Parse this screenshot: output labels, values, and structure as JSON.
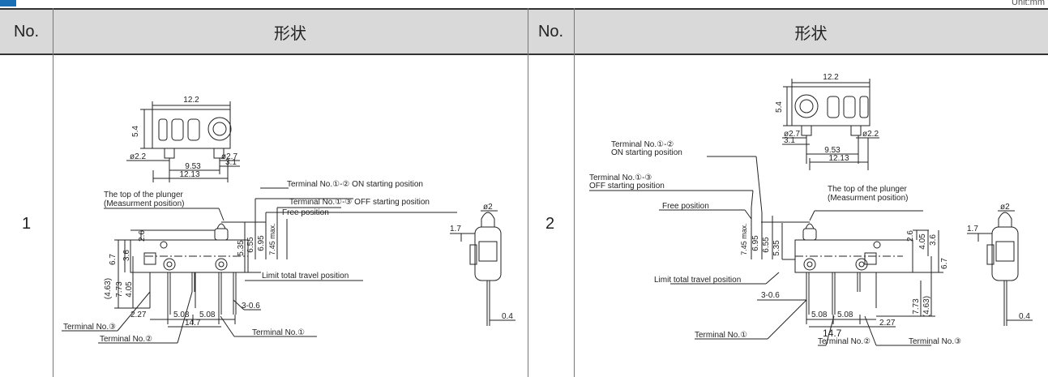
{
  "unit": "Unit:mm",
  "table": {
    "headers": [
      "No.",
      "形状",
      "No.",
      "形状"
    ]
  },
  "switches": [
    {
      "no": "1",
      "labels": {
        "top_width": "12.2",
        "height": "5.4",
        "hole_left": "ø2.2",
        "hole_right": "ø2.7",
        "offset": "3.1",
        "pitch": "9.53",
        "bottom_width": "12.13",
        "plunger_top_1": "The top of the plunger",
        "plunger_top_2": "(Measurment position)",
        "on_pos": "Terminal No.①-② ON starting position",
        "off_pos": "Terminal No.①-③ OFF starting position",
        "free_pos": "Free position",
        "limit_pos": "Limit total travel position",
        "d26": "2.6",
        "d67": "6.7",
        "d36": "3.6",
        "d463": "(4.63)",
        "d773": "7.73",
        "d405": "4.05",
        "d655": "6.55",
        "d695": "6.95",
        "d745": "7.45 max.",
        "d535": "5.35",
        "d227": "2.27",
        "d508a": "5.08",
        "d508b": "5.08",
        "d147": "14.7",
        "d306": "3-0.6",
        "term3": "Terminal No.③",
        "term2": "Terminal No.②",
        "term1": "Terminal No.①",
        "side_dia": "ø2",
        "side_17": "1.7",
        "side_04": "0.4"
      }
    },
    {
      "no": "2",
      "labels": {
        "top_width": "12.2",
        "height": "5.4",
        "hole_left": "ø2.7",
        "hole_right": "ø2.2",
        "offset": "3.1",
        "pitch": "9.53",
        "bottom_width": "12.13",
        "on_pos_1": "Terminal No.①-②",
        "on_pos_2": "ON starting position",
        "off_pos_1": "Terminal No.①-③",
        "off_pos_2": "OFF starting position",
        "plunger_top_1": "The top of the plunger",
        "plunger_top_2": "(Measurment position)",
        "free_pos": "Free position",
        "limit_pos": "Limit total travel position",
        "d745": "7.45 max.",
        "d695": "6.95",
        "d655": "6.55",
        "d535": "5.35",
        "d26": "2.6",
        "d405": "4.05",
        "d36": "3.6",
        "d67": "6.7",
        "d306": "3-0.6",
        "d508a": "5.08",
        "d508b": "5.08",
        "d147": "14.7",
        "d227": "2.27",
        "d773": "7.73",
        "d463": "(4.63)",
        "term1": "Terminal No.①",
        "term2": "Terminal No.②",
        "term3": "Terminal No.③",
        "side_dia": "ø2",
        "side_17": "1.7",
        "side_04": "0.4"
      }
    }
  ]
}
